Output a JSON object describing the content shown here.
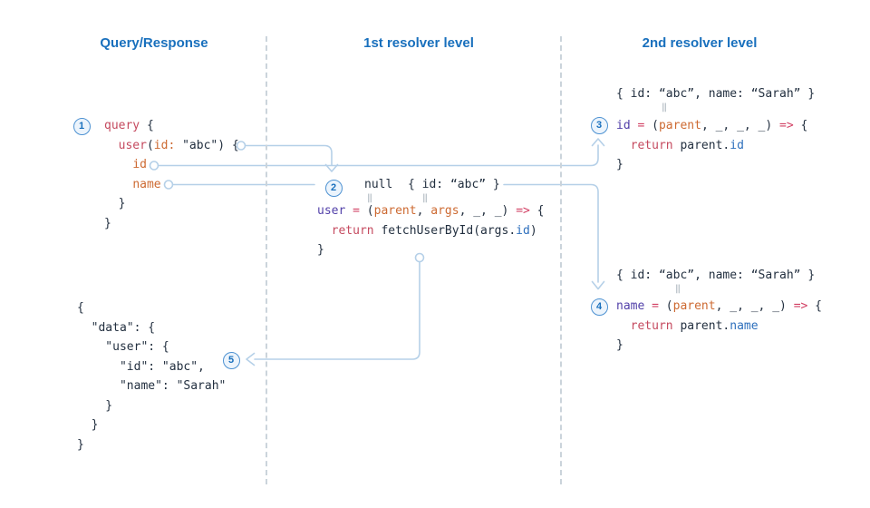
{
  "colors": {
    "header_blue": "#1970bd",
    "badge_border_blue": "#4e92d2",
    "connector_blue": "#b5d0e8",
    "divider_gray": "#cbd4db",
    "code_dark": "#233040",
    "code_red": "#c54a5f",
    "code_orange": "#cd6a32",
    "code_purple": "#5240a9",
    "code_pink": "#d24064",
    "code_blue": "#2d6fbc"
  },
  "headers": {
    "col1": "Query/Response",
    "col2": "1st resolver level",
    "col3": "2nd resolver level"
  },
  "badges": {
    "n1": "1",
    "n2": "2",
    "n3": "3",
    "n4": "4",
    "n5": "5"
  },
  "ditto": "‖",
  "query_block": {
    "lines": [
      [
        {
          "c": "r",
          "t": "query"
        },
        {
          "c": "d",
          "t": " {"
        }
      ],
      [
        {
          "c": "d",
          "t": "  "
        },
        {
          "c": "r",
          "t": "user"
        },
        {
          "c": "d",
          "t": "("
        },
        {
          "c": "o",
          "t": "id:"
        },
        {
          "c": "d",
          "t": " \"abc\") {"
        }
      ],
      [
        {
          "c": "d",
          "t": "    "
        },
        {
          "c": "o",
          "t": "id"
        }
      ],
      [
        {
          "c": "d",
          "t": "    "
        },
        {
          "c": "o",
          "t": "name"
        }
      ],
      [
        {
          "c": "d",
          "t": "  }"
        }
      ],
      [
        {
          "c": "d",
          "t": "}"
        }
      ]
    ]
  },
  "response_block": {
    "lines": [
      [
        {
          "c": "d",
          "t": "{"
        }
      ],
      [
        {
          "c": "d",
          "t": "  \"data\": {"
        }
      ],
      [
        {
          "c": "d",
          "t": "    \"user\": {"
        }
      ],
      [
        {
          "c": "d",
          "t": "      \"id\": \"abc\","
        }
      ],
      [
        {
          "c": "d",
          "t": "      \"name\": \"Sarah\""
        }
      ],
      [
        {
          "c": "d",
          "t": "    }"
        }
      ],
      [
        {
          "c": "d",
          "t": "  }"
        }
      ],
      [
        {
          "c": "d",
          "t": "}"
        }
      ]
    ]
  },
  "resolver1": {
    "parent_value": "null",
    "args_value": "{ id: “abc” }",
    "lines": [
      [
        {
          "c": "p",
          "t": "user"
        },
        {
          "c": "d",
          "t": " "
        },
        {
          "c": "pk",
          "t": "="
        },
        {
          "c": "d",
          "t": " ("
        },
        {
          "c": "o",
          "t": "parent"
        },
        {
          "c": "d",
          "t": ", "
        },
        {
          "c": "o",
          "t": "args"
        },
        {
          "c": "d",
          "t": ", _, _) "
        },
        {
          "c": "pk",
          "t": "=>"
        },
        {
          "c": "d",
          "t": " {"
        }
      ],
      [
        {
          "c": "d",
          "t": "  "
        },
        {
          "c": "r",
          "t": "return"
        },
        {
          "c": "d",
          "t": " fetchUserById(args."
        },
        {
          "c": "b",
          "t": "id"
        },
        {
          "c": "d",
          "t": ")"
        }
      ],
      [
        {
          "c": "d",
          "t": "}"
        }
      ]
    ]
  },
  "resolver2_id": {
    "parent_value": "{ id: “abc”, name: “Sarah” }",
    "lines": [
      [
        {
          "c": "p",
          "t": "id"
        },
        {
          "c": "d",
          "t": " "
        },
        {
          "c": "pk",
          "t": "="
        },
        {
          "c": "d",
          "t": " ("
        },
        {
          "c": "o",
          "t": "parent"
        },
        {
          "c": "d",
          "t": ", _, _, _) "
        },
        {
          "c": "pk",
          "t": "=>"
        },
        {
          "c": "d",
          "t": " {"
        }
      ],
      [
        {
          "c": "d",
          "t": "  "
        },
        {
          "c": "r",
          "t": "return"
        },
        {
          "c": "d",
          "t": " parent."
        },
        {
          "c": "b",
          "t": "id"
        }
      ],
      [
        {
          "c": "d",
          "t": "}"
        }
      ]
    ]
  },
  "resolver2_name": {
    "parent_value": "{ id: “abc”, name: “Sarah” }",
    "lines": [
      [
        {
          "c": "p",
          "t": "name"
        },
        {
          "c": "d",
          "t": " "
        },
        {
          "c": "pk",
          "t": "="
        },
        {
          "c": "d",
          "t": " ("
        },
        {
          "c": "o",
          "t": "parent"
        },
        {
          "c": "d",
          "t": ", _, _, _) "
        },
        {
          "c": "pk",
          "t": "=>"
        },
        {
          "c": "d",
          "t": " {"
        }
      ],
      [
        {
          "c": "d",
          "t": "  "
        },
        {
          "c": "r",
          "t": "return"
        },
        {
          "c": "d",
          "t": " parent."
        },
        {
          "c": "b",
          "t": "name"
        }
      ],
      [
        {
          "c": "d",
          "t": "}"
        }
      ]
    ]
  }
}
